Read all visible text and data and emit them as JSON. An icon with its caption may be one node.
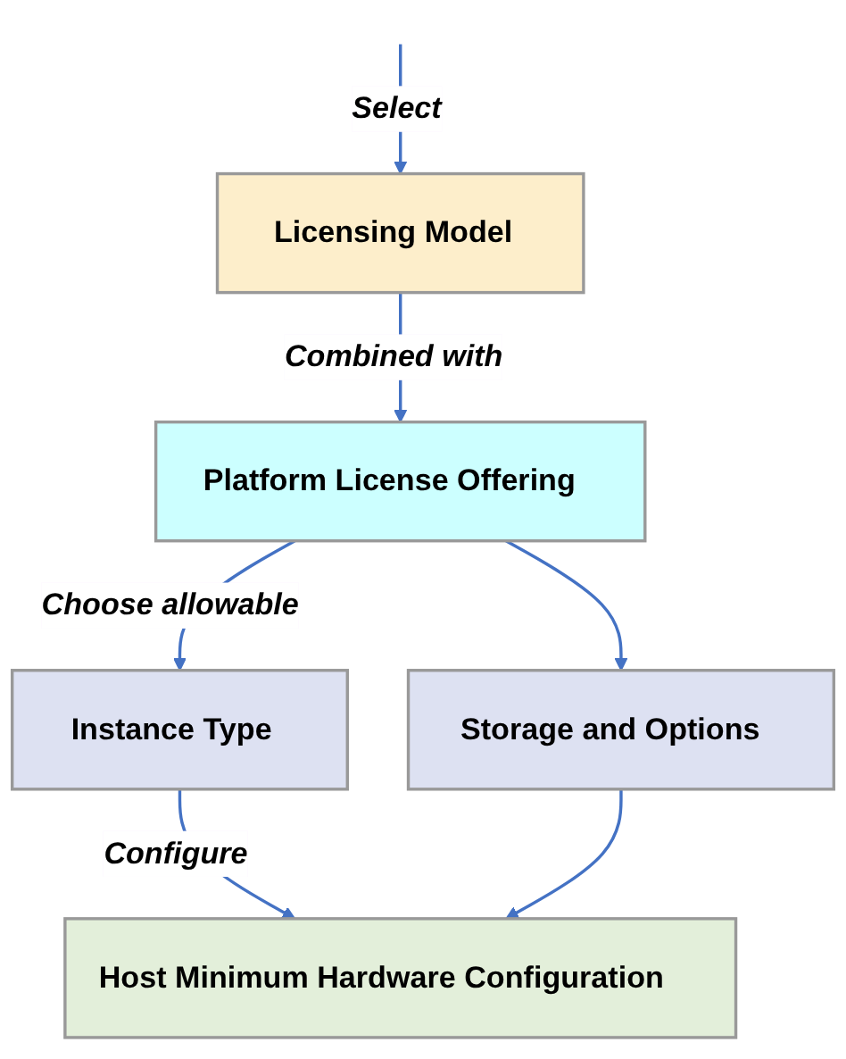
{
  "diagram": {
    "nodes": [
      {
        "text": [
          "Licensing Model"
        ]
      },
      {
        "text": [
          "Platform License Offering"
        ]
      },
      {
        "text": [
          "Instance Type"
        ]
      },
      {
        "text": [
          "Storage and Options"
        ]
      },
      {
        "text": [
          "Host Minimum Hardware Configuration"
        ]
      }
    ],
    "edges": [
      {
        "from": null,
        "to": 0,
        "arrow": "to",
        "label": "Select"
      },
      {
        "from": 0,
        "to": 1,
        "arrow": "to",
        "label": "Combined with"
      },
      {
        "from": 1,
        "to": 2,
        "arrow": "to",
        "label": "Choose allowable"
      },
      {
        "from": 1,
        "to": 3,
        "arrow": "to"
      },
      {
        "from": 2,
        "to": 4,
        "arrow": "to",
        "label": "Configure"
      },
      {
        "from": 3,
        "to": 4,
        "arrow": "to"
      }
    ]
  }
}
